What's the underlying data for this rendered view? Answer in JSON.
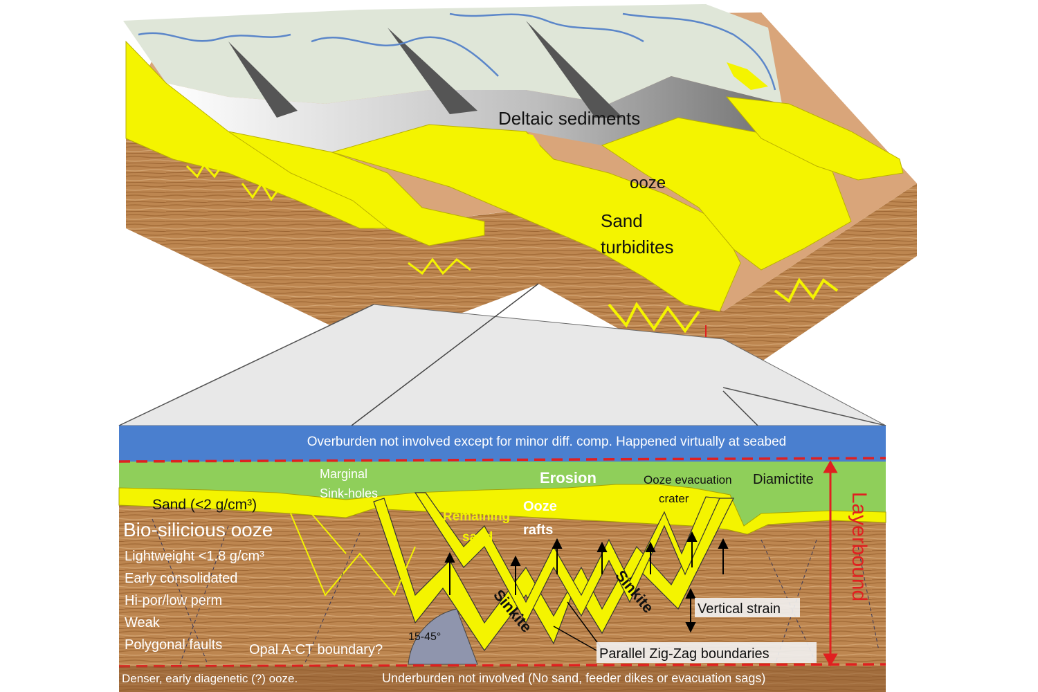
{
  "block": {
    "deltaic": "Deltaic sediments",
    "ooze": "ooze",
    "sand_line1": "Sand",
    "sand_line2": "turbidites"
  },
  "section": {
    "overburden": "Overburden not involved except for minor diff. comp. Happened virtually at seabed",
    "marginal_line1": "Marginal",
    "marginal_line2": "Sink-holes",
    "erosion": "Erosion",
    "evac_line1": "Ooze evacuation",
    "evac_line2": "crater",
    "diamictite": "Diamictite",
    "sand": "Sand (<2 g/cm³)",
    "remaining_line1": "Remaining",
    "remaining_line2": "sand",
    "rafts_line1": "Ooze",
    "rafts_line2": "rafts",
    "bio": "Bio-silicious ooze",
    "props": [
      "Lightweight <1.8 g/cm³",
      "Early consolidated",
      "Hi-por/low perm",
      "Weak",
      "Polygonal faults"
    ],
    "opal": "Opal A-CT boundary?",
    "angle": "15-45°",
    "sinkite": "Sinkite",
    "vertical_strain": "Vertical strain",
    "zigzag": "Parallel Zig-Zag boundaries",
    "layerbound": "Layerbound",
    "denser": "Denser, early  diagenetic (?) ooze.",
    "underburden": "Underburden not involved (No sand, feeder dikes or evacuation sags)"
  },
  "colors": {
    "sand": "#f4f400",
    "ooze": "#d9a57a",
    "diamictite": "#8fcf5a",
    "overburden": "#4a7fcf",
    "delta": "#dfe6d8",
    "layerbound": "#e02020",
    "wood": "#b9814a"
  }
}
